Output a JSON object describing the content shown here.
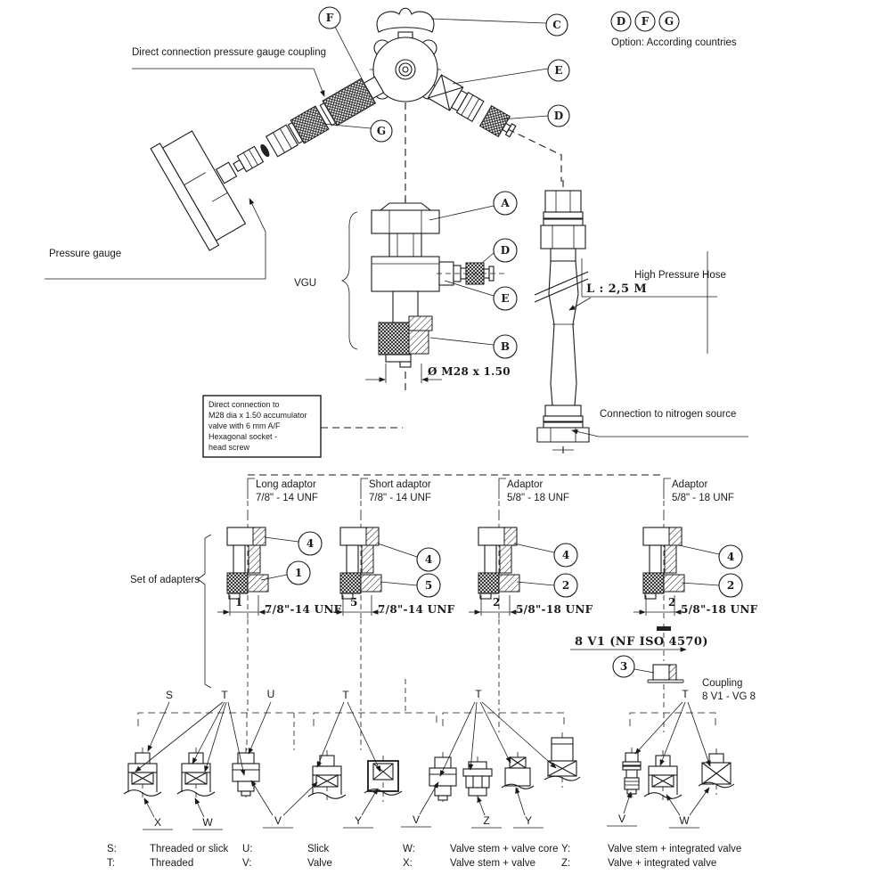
{
  "labels": {
    "direct_connection_title": "Direct connection pressure gauge coupling",
    "option_note": "Option: According countries",
    "pressure_gauge": "Pressure gauge",
    "vgu": "VGU",
    "high_pressure_hose": "High Pressure Hose",
    "hose_length": "L : 2,5 M",
    "m28_dimension": "Ø M28 x 1.50",
    "nitrogen_connection": "Connection to nitrogen source",
    "set_of_adapters": "Set of adapters",
    "iso_standard": "8 V1 (NF ISO 4570)",
    "coupling_line1": "Coupling",
    "coupling_line2": "8 V1 - VG 8"
  },
  "note_box": {
    "line1": "Direct connection to",
    "line2": "M28 dia x 1.50 accumulator",
    "line3": "valve with 6 mm A/F",
    "line4": "Hexagonal socket -",
    "line5": "head screw"
  },
  "callouts": {
    "A": "A",
    "B": "B",
    "C": "C",
    "D": "D",
    "E": "E",
    "F": "F",
    "G": "G",
    "n1": "1",
    "n2": "2",
    "n3": "3",
    "n4": "4",
    "n5": "5"
  },
  "adapters": [
    {
      "title": "Long adaptor",
      "thread": "7/8\" - 14 UNF",
      "dim": "7/8\"-14 UNF"
    },
    {
      "title": "Short adaptor",
      "thread": "7/8\" - 14 UNF",
      "dim": "7/8\"-14 UNF"
    },
    {
      "title": "Adaptor",
      "thread": "5/8\" - 18 UNF",
      "dim": "5/8\"-18 UNF"
    },
    {
      "title": "Adaptor",
      "thread": "5/8\" - 18 UNF",
      "dim": "5/8\"-18 UNF"
    }
  ],
  "markers": {
    "S": "S",
    "T": "T",
    "U": "U",
    "V": "V",
    "W": "W",
    "X": "X",
    "Y": "Y",
    "Z": "Z"
  },
  "legend": [
    {
      "key": "S:",
      "desc": "Threaded or slick"
    },
    {
      "key": "T:",
      "desc": "Threaded"
    },
    {
      "key": "U:",
      "desc": "Slick"
    },
    {
      "key": "V:",
      "desc": "Valve"
    },
    {
      "key": "W:",
      "desc": "Valve stem + valve core"
    },
    {
      "key": "X:",
      "desc": "Valve stem + valve"
    },
    {
      "key": "Y:",
      "desc": "Valve stem + integrated valve"
    },
    {
      "key": "Z:",
      "desc": "Valve + integrated valve"
    }
  ]
}
